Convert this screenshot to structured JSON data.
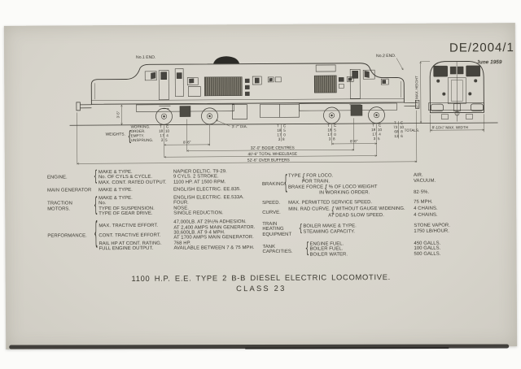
{
  "doc": {
    "drawing_number": "DE/2004/1",
    "date": "June 1959",
    "title_line1": "1100 H.P.  E.E. TYPE 2 B-B  DIESEL ELECTRIC LOCOMOTIVE.",
    "title_line2": "CLASS 23"
  },
  "drawing": {
    "end1_label": "No.1 END.",
    "end2_label": "No.2 END.",
    "dims": {
      "wheel_dia": "3'-7\" DIA.",
      "bogie1_wheelbase": "8'-6\"",
      "bogie2_wheelbase": "8'-6\"",
      "bogie_centres": "32'-0\" BOGIE CENTRES",
      "total_wheelbase": "40'-6\" TOTAL WHEELBASE",
      "over_buffers": "52'-6\" OVER BUFFERS",
      "max_height": "12'-8\" MAX. HEIGHT",
      "max_width": "8'-10¼\" MAX. WIDTH",
      "buffer_height": "3'-5\""
    },
    "weights": {
      "label": "WEIGHTS.",
      "row_labels": [
        "WORKING.",
        "ORDER.",
        "EMPTY.",
        "UNSPRUNG."
      ],
      "axle_groups": [
        [
          "T C",
          "18 10",
          "17 4",
          "3 5"
        ],
        [
          "T C",
          "18 5",
          "17 0",
          "3 8"
        ],
        [
          "T C",
          "18 5",
          "17 0",
          "3 8"
        ],
        [
          "T C",
          "18 10",
          "17 4",
          "3 5"
        ]
      ],
      "totals_label": "TOTALS.",
      "totals": [
        "T C",
        "73 10",
        "68 8",
        "13 6"
      ]
    }
  },
  "specs": {
    "left": {
      "sections": [
        {
          "label": "ENGINE.",
          "rows": [
            {
              "k": "MAKE & TYPE.",
              "v": "NAPIER DELTIC. T9-29."
            },
            {
              "k": "No. OF CYLS & CYCLE.",
              "v": "9 CYLS.  2 STROKE."
            },
            {
              "k": "MAX. CONT. RATED OUTPUT.",
              "v": "1100 HP. AT 1500 RPM."
            }
          ]
        },
        {
          "label": "MAIN GENERATOR",
          "rows": [
            {
              "k": "MAKE & TYPE.",
              "v": "ENGLISH ELECTRIC. EE.835."
            }
          ]
        },
        {
          "label": "TRACTION MOTORS.",
          "rows": [
            {
              "k": "MAKE & TYPE.",
              "v": "ENGLISH ELECTRIC. EE.533A."
            },
            {
              "k": "No.",
              "v": "FOUR."
            },
            {
              "k": "TYPE OF SUSPENSION.",
              "v": "NOSE."
            },
            {
              "k": "TYPE OF GEAR DRIVE.",
              "v": "SINGLE REDUCTION."
            }
          ]
        },
        {
          "label": "PERFORMANCE.",
          "rows": [
            {
              "k": "MAX. TRACTIVE EFFORT.",
              "v": "47,000LB. AT 29½% ADHESION.\nAT 2,400 AMPS MAIN GENERATOR."
            },
            {
              "k": "CONT. TRACTIVE EFFORT.",
              "v": "30,600LB. AT 9·4 MPH.\nAT 1700 AMPS MAIN GENERATOR."
            },
            {
              "k": "RAIL HP AT CONT. RATING.",
              "v": "768 HP."
            },
            {
              "k": "FULL ENGINE OUTPUT.",
              "v": "AVAILABLE BETWEEN 7 & 75 MPH."
            }
          ]
        }
      ]
    },
    "right": {
      "sections": [
        {
          "label": "BRAKING.",
          "rows": [
            {
              "p": "TYPE",
              "k": "FOR LOCO.",
              "v": "AIR."
            },
            {
              "p": "",
              "k": "FOR TRAIN.",
              "v": "VACUUM."
            },
            {
              "p": "BRAKE FORCE",
              "k": "% OF LOCO WEIGHT",
              "v": ""
            },
            {
              "p": "",
              "k": "IN WORKING ORDER.",
              "v": "82·5%."
            }
          ]
        },
        {
          "label": "SPEED.",
          "rows": [
            {
              "k": "MAX. PERMITTED SERVICE SPEED.",
              "v": "75 MPH."
            }
          ]
        },
        {
          "label": "CURVE.",
          "rows": [
            {
              "p": "MIN. RAD CURVE.",
              "k": "WITHOUT GAUGE WIDENING.",
              "v": "4 CHAINS."
            },
            {
              "p": "",
              "k": "AT DEAD SLOW SPEED.",
              "v": "4 CHAINS."
            }
          ]
        },
        {
          "label": "TRAIN HEATING\nEQUIPMENT",
          "rows": [
            {
              "k": "BOILER MAKE & TYPE.",
              "v": "STONE VAPOR."
            },
            {
              "k": "STEAMING CAPACITY.",
              "v": "1750 LB/HOUR."
            }
          ]
        },
        {
          "label": "TANK CAPACITIES.",
          "rows": [
            {
              "k": "ENGINE FUEL.",
              "v": "450 GALLS."
            },
            {
              "k": "BOILER FUEL.",
              "v": "100 GALLS."
            },
            {
              "k": "BOILER WATER.",
              "v": "500 GALLS."
            }
          ]
        }
      ]
    }
  }
}
